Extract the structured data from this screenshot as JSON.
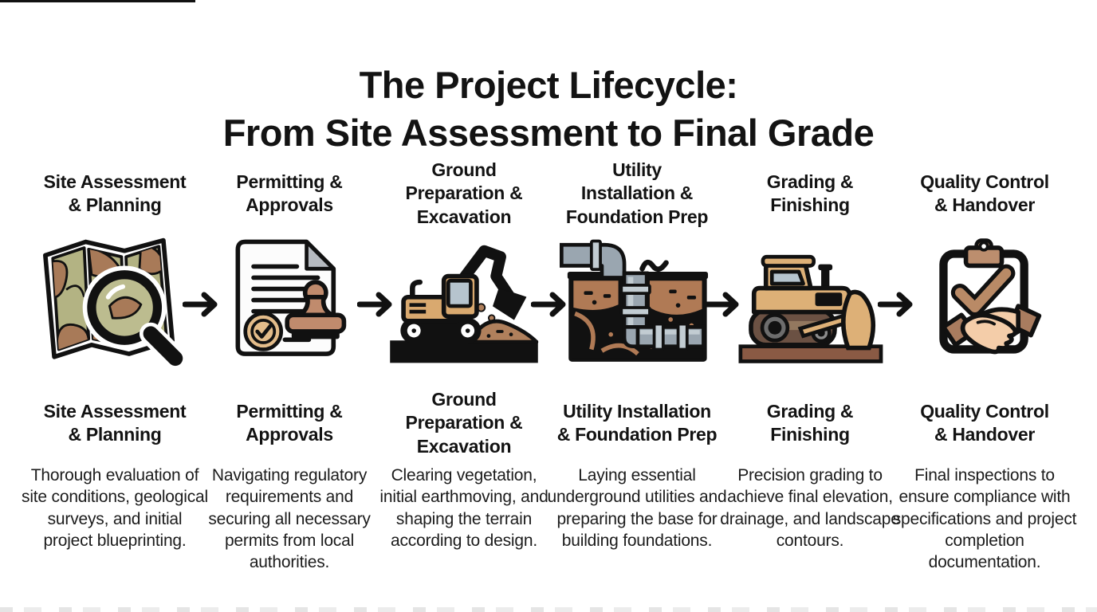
{
  "title": "The Project Lifecycle:\nFrom Site Assessment to Final Grade",
  "arrow": {
    "icon": "right-arrow-icon",
    "direction": "right",
    "count": 5
  },
  "colors": {
    "background": "#ffffff",
    "text": "#131313",
    "outline": "#111111",
    "map_olive": "#b3b383",
    "map_brown": "#a87a58",
    "machine_tan": "#d9a96f",
    "seal_tan": "#e3bc8a",
    "stamp_brown": "#c08b6d",
    "paper_fold_gray": "#b6bac0",
    "pipe_gray": "#9aa6b0",
    "pipe_light": "#c2ccd2",
    "soil_brown": "#b07a55",
    "dirt_brown": "#b0805c",
    "track_brown": "#6b5143",
    "ground_brown": "#8a5a44",
    "window_blue": "#b6c4ce",
    "cuff_brown": "#a97c5f",
    "hand_skin": "#f4cda9",
    "check_brown": "#b98a66"
  },
  "stages": [
    {
      "id": "site-assessment",
      "icon": "topographic-map-magnifier-icon",
      "top_label": "Site Assessment\n& Planning",
      "bottom_label": "Site Assessment\n& Planning",
      "description": "Thorough evaluation of site conditions, geological surveys, and initial project blueprinting."
    },
    {
      "id": "permitting",
      "icon": "stamped-document-icon",
      "top_label": "Permitting &\nApprovals",
      "bottom_label": "Permitting &\nApprovals",
      "description": "Navigating regulatory requirements and securing all necessary permits from local authorities."
    },
    {
      "id": "ground-preparation",
      "icon": "excavator-icon",
      "top_label": "Ground\nPreparation &\nExcavation",
      "bottom_label": "Ground\nPreparation &\nExcavation",
      "description": "Clearing vegetation, initial earthmoving, and shaping the terrain according to design."
    },
    {
      "id": "utility-installation",
      "icon": "underground-pipes-icon",
      "top_label": "Utility\nInstallation &\nFoundation Prep",
      "bottom_label": "Utility Installation\n& Foundation Prep",
      "description": "Laying essential underground utilities and preparing the base for building foundations."
    },
    {
      "id": "grading-finishing",
      "icon": "bulldozer-icon",
      "top_label": "Grading &\nFinishing",
      "bottom_label": "Grading &\nFinishing",
      "description": "Precision grading to achieve final elevation, drainage, and landscape contours."
    },
    {
      "id": "quality-control",
      "icon": "clipboard-handshake-icon",
      "top_label": "Quality Control\n& Handover",
      "bottom_label": "Quality Control\n& Handover",
      "description": "Final inspections to ensure compliance with specifications and project completion documentation."
    }
  ]
}
